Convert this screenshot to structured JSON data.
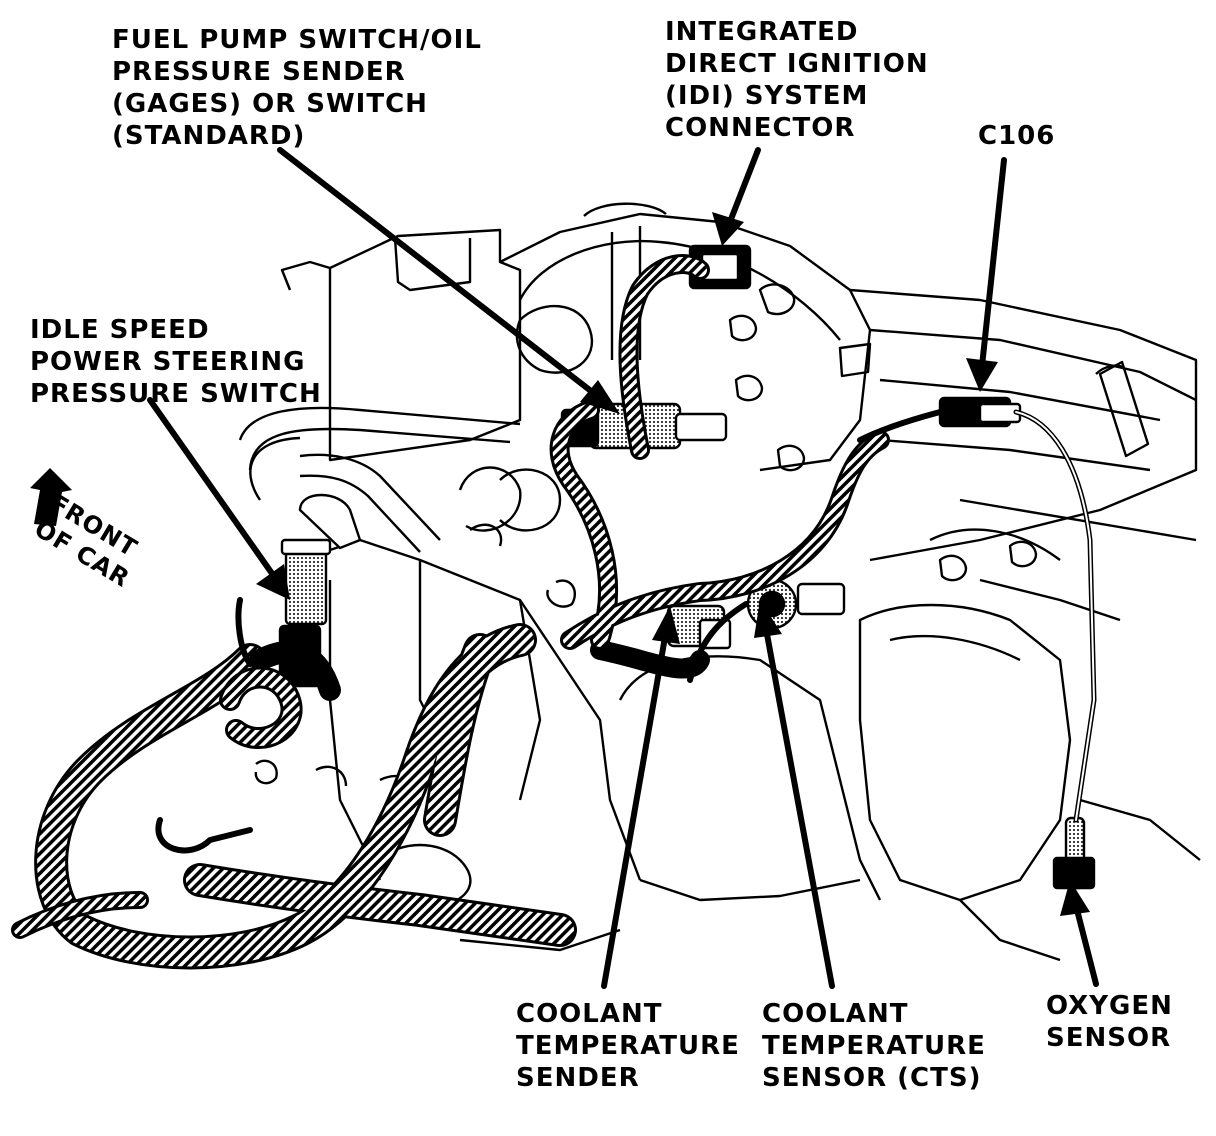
{
  "labels": {
    "fuel_pump": [
      "FUEL PUMP SWITCH/OIL",
      "PRESSURE SENDER",
      "(GAGES) OR SWITCH",
      "(STANDARD)"
    ],
    "idi": [
      "INTEGRATED",
      "DIRECT IGNITION",
      "(IDI) SYSTEM",
      "CONNECTOR"
    ],
    "c106": [
      "C106"
    ],
    "idle_speed": [
      "IDLE SPEED",
      "POWER STEERING",
      "PRESSURE SWITCH"
    ],
    "front": [
      "FRONT",
      "OF CAR"
    ],
    "coolant_sender": [
      "COOLANT",
      "TEMPERATURE",
      "SENDER"
    ],
    "coolant_sensor": [
      "COOLANT",
      "TEMPERATURE",
      "SENSOR (CTS)"
    ],
    "oxygen": [
      "OXYGEN",
      "SENSOR"
    ]
  },
  "colors": {
    "ink": "#000000",
    "paper": "#ffffff",
    "shade": "#bdbdbd"
  }
}
